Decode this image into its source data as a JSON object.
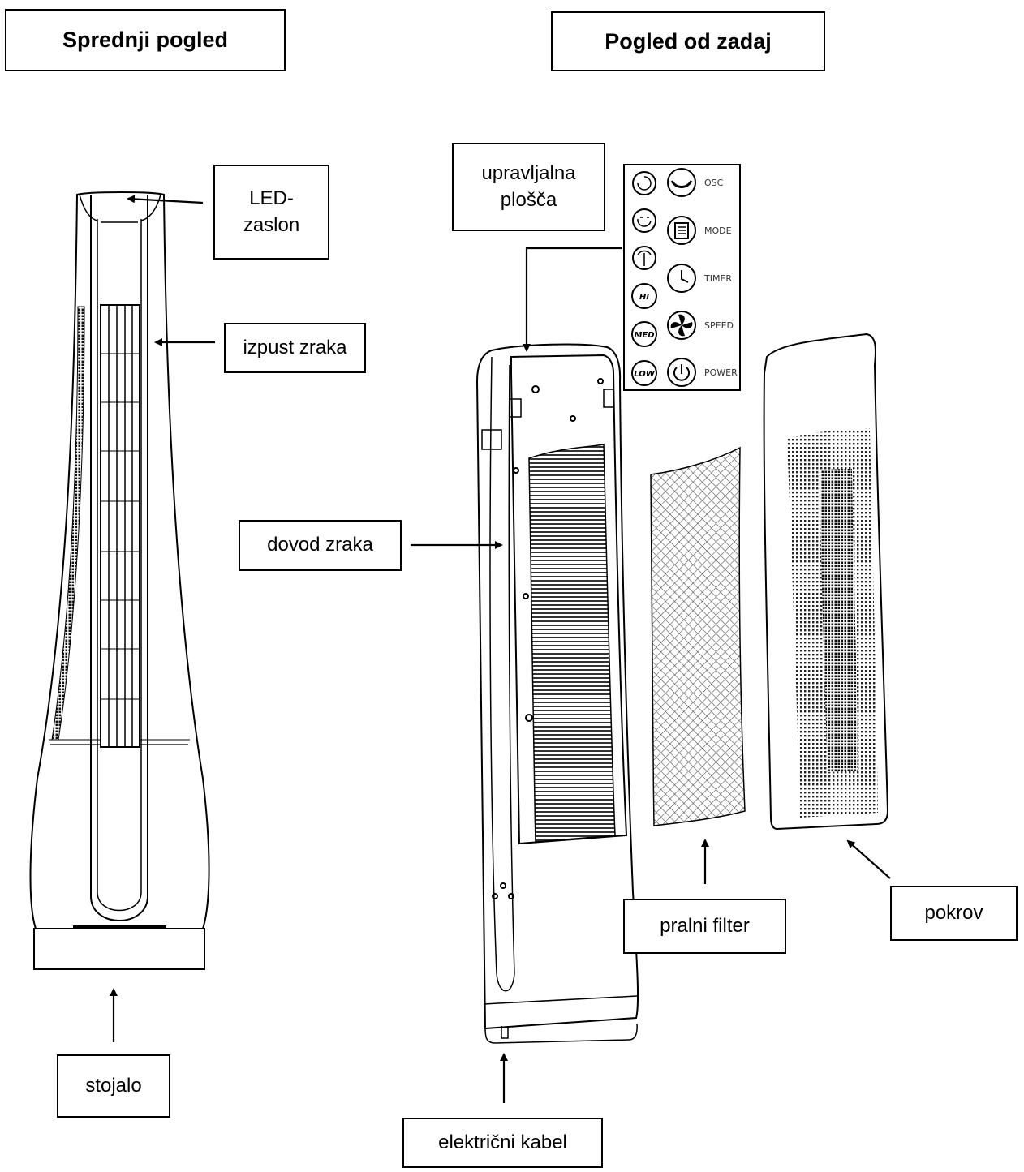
{
  "titles": {
    "front": "Sprednji pogled",
    "back": "Pogled od zadaj"
  },
  "labels": {
    "led_display": "LED-\nzaslon",
    "air_outlet": "izpust zraka",
    "stand": "stojalo",
    "control_panel": "upravljalna\nplošča",
    "air_inlet": "dovod zraka",
    "washable_filter": "pralni filter",
    "cover": "pokrov",
    "power_cord": "električni kabel"
  },
  "control_panel": {
    "buttons": [
      "OSC",
      "MODE",
      "TIMER",
      "SPEED",
      "POWER"
    ],
    "indicators": [
      "HI",
      "MED",
      "LOW"
    ]
  }
}
